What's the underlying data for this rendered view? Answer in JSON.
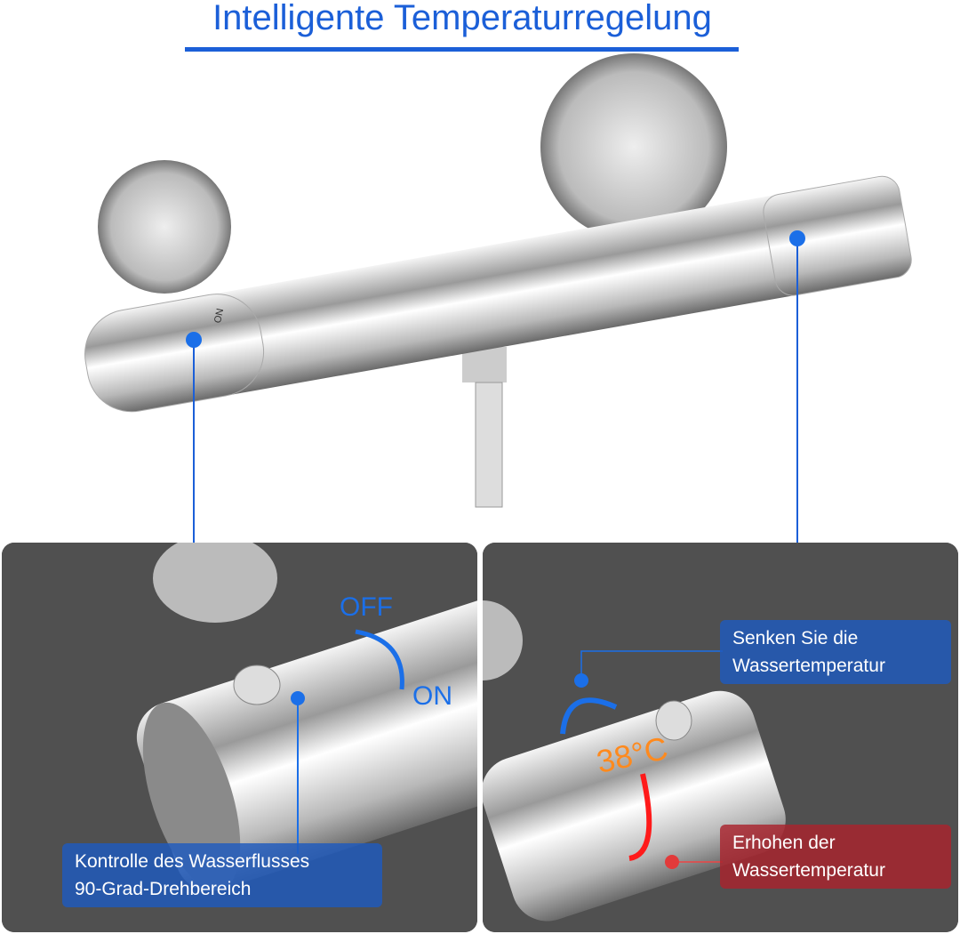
{
  "header": {
    "title": "Intelligente Temperaturregelung"
  },
  "colors": {
    "accent_blue": "#1b5fd8",
    "label_blue": "#1e5abe",
    "label_red": "#aa232d",
    "temp_orange": "#ff8a1e"
  },
  "main_image": {
    "engraving": "ON"
  },
  "left_panel": {
    "off_label": "OFF",
    "on_label": "ON",
    "caption_line1": "Kontrolle des Wasserflusses",
    "caption_line2": "90-Grad-Drehbereich"
  },
  "right_panel": {
    "temperature": "38°C",
    "lower_line1": "Senken Sie die",
    "lower_line2": "Wassertemperatur",
    "raise_line1": "Erhohen der",
    "raise_line2": "Wassertemperatur"
  }
}
